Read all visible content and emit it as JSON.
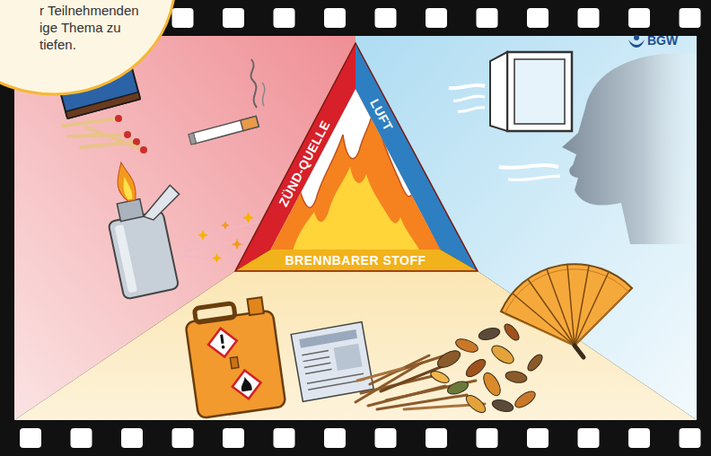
{
  "diagram": {
    "nodes": [
      {
        "text": [
          "r Teilnehmenden ige Thema zu tiefen."
        ]
      },
      {
        "text": [
          "ZÜND-QUELLE"
        ]
      },
      {
        "text": [
          "LUFT"
        ]
      },
      {
        "text": [
          "BRENNBARER STOFF"
        ]
      }
    ],
    "labels": [
      "BGW"
    ]
  }
}
